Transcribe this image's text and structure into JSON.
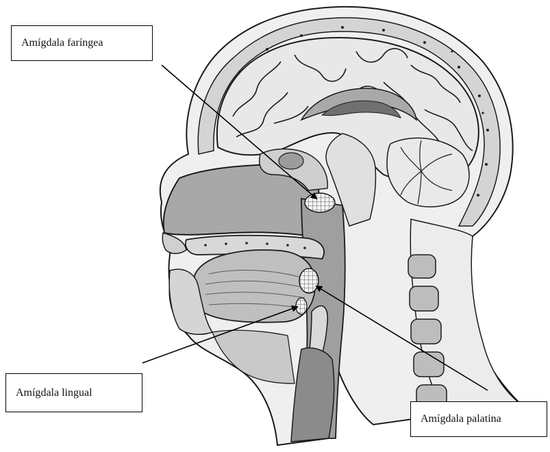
{
  "labels": {
    "faringea": "Amígdala faríngea",
    "lingual": "Amígdala lingual",
    "palatina": "Amígdala palatina"
  },
  "figure": {
    "subject": "sagittal-section-head-neck",
    "colors": {
      "outline": "#1a1a1a",
      "tissue_light": "#e6e6e6",
      "tissue_mid": "#c4c4c4",
      "tissue_dark": "#8f8f8f",
      "airway": "#a6a6a6",
      "bone": "#d0d0d0",
      "tonsil": "#f2f2f2"
    }
  }
}
